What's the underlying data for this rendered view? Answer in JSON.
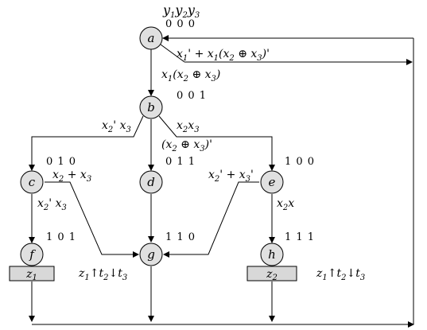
{
  "header": {
    "vars": "y1y2y3",
    "a_code": "0 0 0"
  },
  "nodes": {
    "a": {
      "label": "a"
    },
    "b": {
      "label": "b",
      "code": "0 0 1"
    },
    "c": {
      "label": "c",
      "code": "0 1 0"
    },
    "d": {
      "label": "d",
      "code": "0 1 1"
    },
    "e": {
      "label": "e",
      "code": "1 0 0"
    },
    "f": {
      "label": "f",
      "code": "1 0 1"
    },
    "g": {
      "label": "g",
      "code": "1 1 0"
    },
    "h": {
      "label": "h",
      "code": "1 1 1"
    }
  },
  "outputs": {
    "f": "z1",
    "h": "z2"
  },
  "edges": {
    "a_loop": "x1' + x1(x2 ⊕ x3)'",
    "a_to_b": "x1(x2 ⊕ x3)",
    "b_to_c": "x2' x3",
    "b_to_e": "x2x3",
    "b_to_d": "(x2 ⊕ x3)'",
    "c_to_g": "x2 + x3",
    "c_to_f": "x2' x3",
    "e_to_g": "x2' + x3'",
    "e_to_h": "x2x",
    "timer_g": "z1↑t2↓t3",
    "timer_h": "z1↑t2↓t3"
  }
}
